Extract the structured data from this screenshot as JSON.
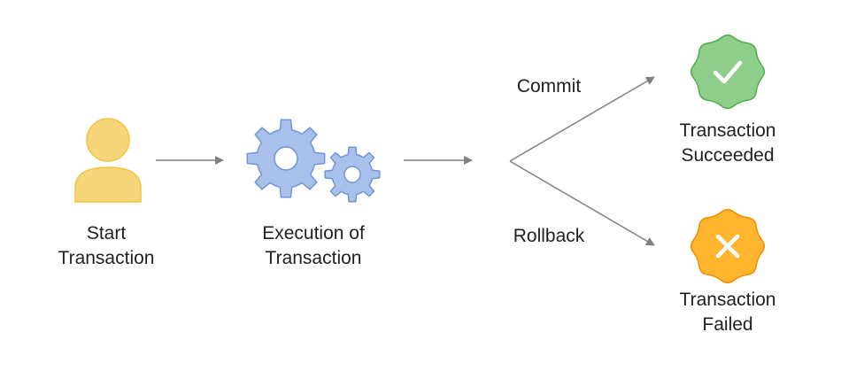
{
  "nodes": {
    "start": {
      "line1": "Start",
      "line2": "Transaction",
      "icon": "user-icon",
      "color": "#f7d57a",
      "stroke": "#f0c53c"
    },
    "execution": {
      "line1": "Execution of",
      "line2": "Transaction",
      "icon": "gears-icon",
      "color": "#a9c1ea",
      "stroke": "#6f95d6"
    },
    "succeeded": {
      "line1": "Transaction",
      "line2": "Succeeded",
      "icon": "check-badge-icon",
      "color": "#8fce8a",
      "stroke": "#4eaf4e"
    },
    "failed": {
      "line1": "Transaction",
      "line2": "Failed",
      "icon": "x-badge-icon",
      "color": "#ffb52e",
      "stroke": "#f28c00"
    }
  },
  "branches": {
    "commit": "Commit",
    "rollback": "Rollback"
  },
  "colors": {
    "arrow": "#808080"
  }
}
